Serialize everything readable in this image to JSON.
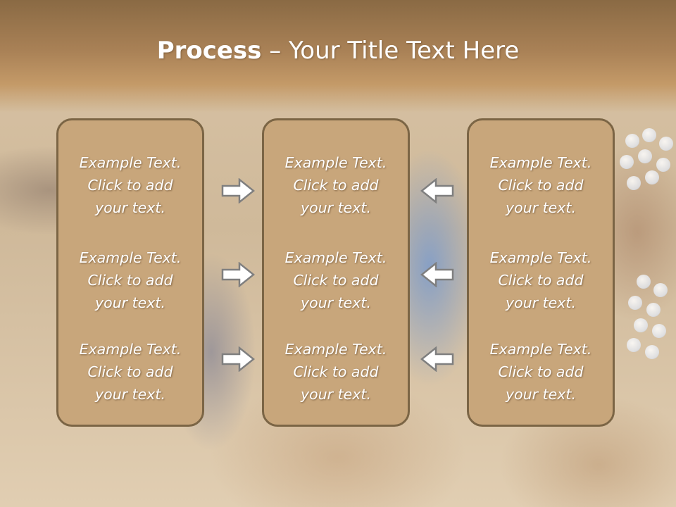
{
  "slide": {
    "title_bold": "Process",
    "title_rest": " – Your Title Text Here"
  },
  "columns": [
    {
      "items": [
        "Example Text.\nClick  to add\nyour text.",
        "Example Text.\nClick  to add\nyour text.",
        "Example Text.\nClick  to add\nyour text."
      ]
    },
    {
      "items": [
        "Example Text.\nClick  to add\nyour text.",
        "Example Text.\nClick  to add\nyour text.",
        "Example Text.\nClick  to add\nyour text."
      ]
    },
    {
      "items": [
        "Example Text.\nClick  to add\nyour text.",
        "Example Text.\nClick  to add\nyour text.",
        "Example Text.\nClick  to add\nyour text."
      ]
    }
  ],
  "arrows": {
    "left_group": {
      "direction": "right",
      "icon": "arrow-right-icon",
      "count": 3
    },
    "right_group": {
      "direction": "left",
      "icon": "arrow-left-icon",
      "count": 3
    }
  },
  "colors": {
    "title_band": "#a98156",
    "box_fill": "#c8a67b",
    "box_border": "#7b6545",
    "text": "#ffffff",
    "arrow_fill": "#ffffff",
    "arrow_stroke": "#7f7f7f"
  }
}
